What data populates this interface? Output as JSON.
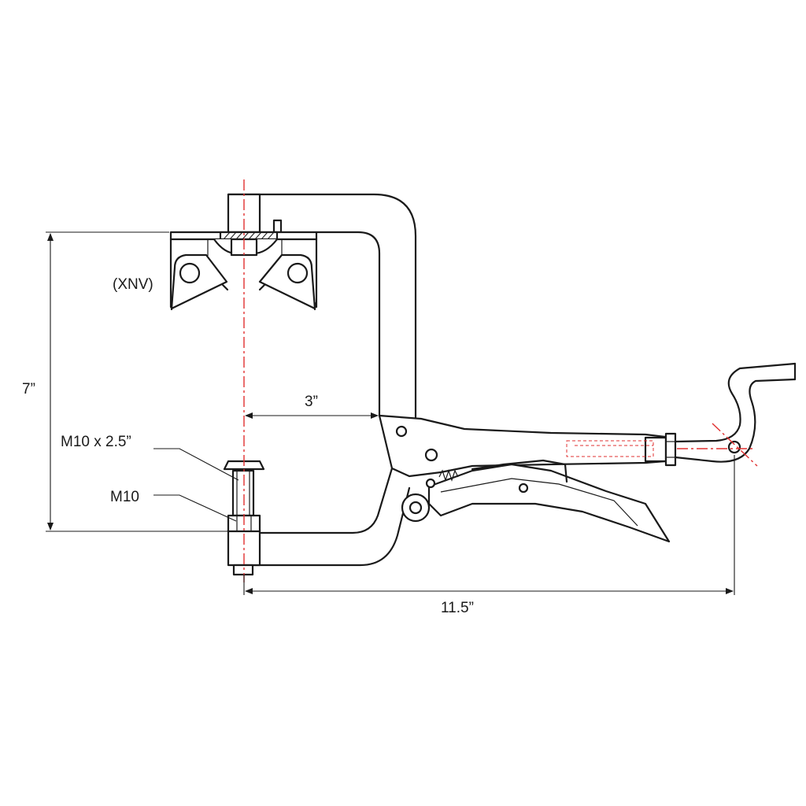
{
  "labels": {
    "head_model": "(XNV)",
    "height": "7”",
    "throat_depth": "3”",
    "bolt": "M10 x 2.5”",
    "nut": "M10",
    "overall_length": "11.5”"
  },
  "colors": {
    "line": "#1a1a1a",
    "centerline": "#e03030",
    "background": "#ffffff"
  }
}
